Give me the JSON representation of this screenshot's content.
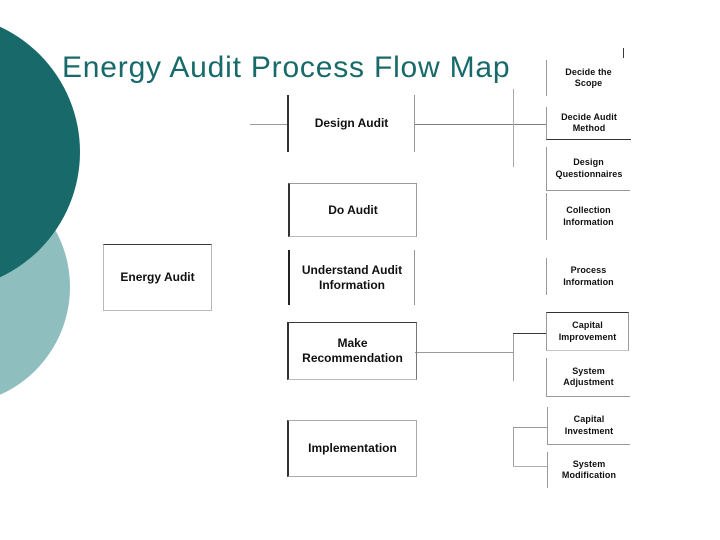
{
  "slide": {
    "title": "Energy Audit Process Flow Map"
  },
  "colors": {
    "accent_teal": "#17696A",
    "accent_teal_light": "#8FBEBE",
    "line_dark": "#3A3A3A",
    "line_gray": "#9A9A9A",
    "text": "#101010",
    "background": "#FFFFFF"
  },
  "flowchart": {
    "root": {
      "label": "Energy Audit"
    },
    "stages": [
      {
        "label": "Design Audit"
      },
      {
        "label": "Do Audit"
      },
      {
        "label": "Understand Audit Information"
      },
      {
        "label": "Make Recommendation"
      },
      {
        "label": "Implementation"
      }
    ],
    "steps": [
      {
        "label": "Decide the Scope"
      },
      {
        "label": "Decide Audit Method"
      },
      {
        "label": "Design Questionnaires"
      },
      {
        "label": "Collection Information"
      },
      {
        "label": "Process Information"
      },
      {
        "label": "Capital Improvement"
      },
      {
        "label": "System Adjustment"
      },
      {
        "label": "Capital Investment"
      },
      {
        "label": "System Modification"
      }
    ]
  }
}
